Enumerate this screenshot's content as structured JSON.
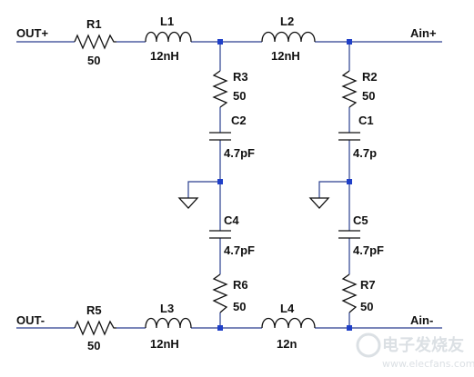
{
  "ports": {
    "out_pos": "OUT+",
    "out_neg": "OUT-",
    "ain_pos": "Ain+",
    "ain_neg": "Ain-"
  },
  "components": {
    "R1": {
      "name": "R1",
      "value": "50"
    },
    "L1": {
      "name": "L1",
      "value": "12nH"
    },
    "L2": {
      "name": "L2",
      "value": "12nH"
    },
    "R3": {
      "name": "R3",
      "value": "50"
    },
    "R2": {
      "name": "R2",
      "value": "50"
    },
    "C2": {
      "name": "C2",
      "value": "4.7pF"
    },
    "C1": {
      "name": "C1",
      "value": "4.7p"
    },
    "C4": {
      "name": "C4",
      "value": "4.7pF"
    },
    "C5": {
      "name": "C5",
      "value": "4.7pF"
    },
    "R6": {
      "name": "R6",
      "value": "50"
    },
    "R7": {
      "name": "R7",
      "value": "50"
    },
    "R5": {
      "name": "R5",
      "value": "50"
    },
    "L3": {
      "name": "L3",
      "value": "12nH"
    },
    "L4": {
      "name": "L4",
      "value": "12n"
    }
  },
  "watermark": {
    "text": "电子发烧友",
    "url": "www.elecfans.com"
  },
  "colors": {
    "wire": "#2a3f8f",
    "junction": "#1f3fc8",
    "component": "#111111"
  }
}
